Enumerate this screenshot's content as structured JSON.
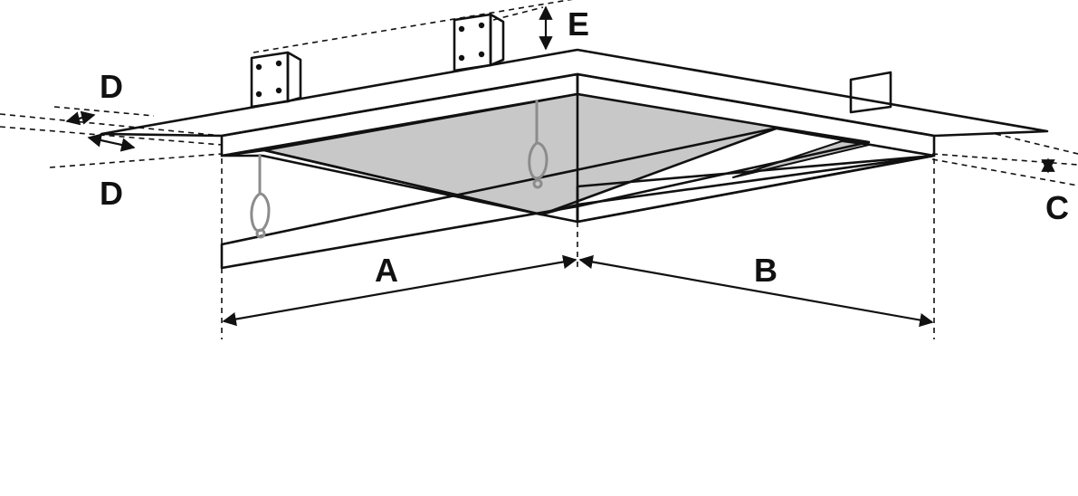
{
  "diagram": {
    "labels": {
      "a": "A",
      "b": "B",
      "c": "C",
      "d_top": "D",
      "d_bottom": "D",
      "e": "E"
    },
    "colors": {
      "line": "#111111",
      "panel_fill": "#c8c8c8",
      "hardware": "#8c8c8c",
      "background": "#ffffff"
    }
  }
}
